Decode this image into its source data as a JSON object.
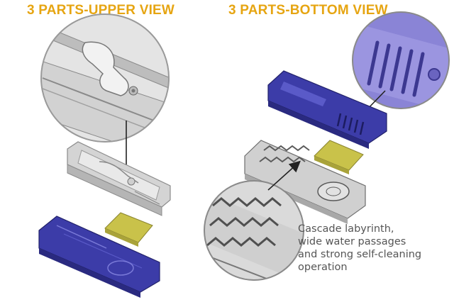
{
  "titles": {
    "upper_view": "3 PARTS-UPPER VIEW",
    "bottom_view": "3 PARTS-BOTTOM VIEW"
  },
  "callout": {
    "lines": [
      "Cascade labyrinth,",
      "wide water passages",
      "and strong self-cleaning",
      "operation"
    ]
  },
  "colors": {
    "title": "#e6a512",
    "callout_text": "#555555",
    "grey_part": "#c8c8c8",
    "blue_part": "#3c3ca8",
    "lavender_zoom": "#8a84d6",
    "yellow_part": "#c9c24a",
    "arrow": "#222222"
  },
  "icons": {
    "arrow": "arrow-down-icon"
  }
}
